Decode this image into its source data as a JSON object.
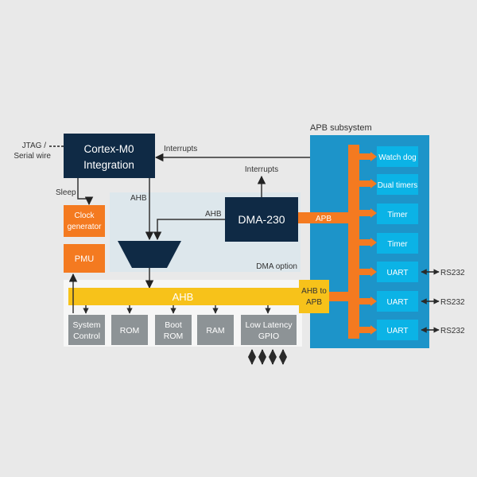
{
  "cpu": {
    "line1": "Cortex-M0",
    "line2": "Integration"
  },
  "dma": {
    "label": "DMA-230",
    "option": "DMA option"
  },
  "jtag": {
    "line1": "JTAG /",
    "line2": "Serial wire"
  },
  "labels": {
    "interrupts_cpu": "Interrupts",
    "interrupts_dma": "Interrupts",
    "sleep": "Sleep",
    "ahb_mux": "AHB",
    "ahb_dma": "AHB",
    "apb": "APB",
    "apb_subsystem": "APB subsystem"
  },
  "clock": {
    "line1": "Clock",
    "line2": "generator"
  },
  "pmu": {
    "label": "PMU"
  },
  "ahb_bus": {
    "label": "AHB"
  },
  "bridge": {
    "line1": "AHB to",
    "line2": "APB"
  },
  "ahb_slaves": [
    {
      "line1": "System",
      "line2": "Control"
    },
    {
      "line1": "ROM",
      "line2": ""
    },
    {
      "line1": "Boot",
      "line2": "ROM"
    },
    {
      "line1": "RAM",
      "line2": ""
    },
    {
      "line1": "Low Latency",
      "line2": "GPIO"
    }
  ],
  "apb_peripherals": [
    {
      "label": "Watch dog",
      "ext": ""
    },
    {
      "label": "Dual timers",
      "ext": ""
    },
    {
      "label": "Timer",
      "ext": ""
    },
    {
      "label": "Timer",
      "ext": ""
    },
    {
      "label": "UART",
      "ext": "RS232"
    },
    {
      "label": "UART",
      "ext": "RS232"
    },
    {
      "label": "UART",
      "ext": "RS232"
    }
  ],
  "colors": {
    "navy": "#0f2a45",
    "orange": "#f47a20",
    "yellow": "#f7c21a",
    "gray": "#8d9396",
    "apb_blue": "#1d94c9",
    "periph_blue": "#0bb3e6",
    "dma_region": "#dde7ec"
  }
}
